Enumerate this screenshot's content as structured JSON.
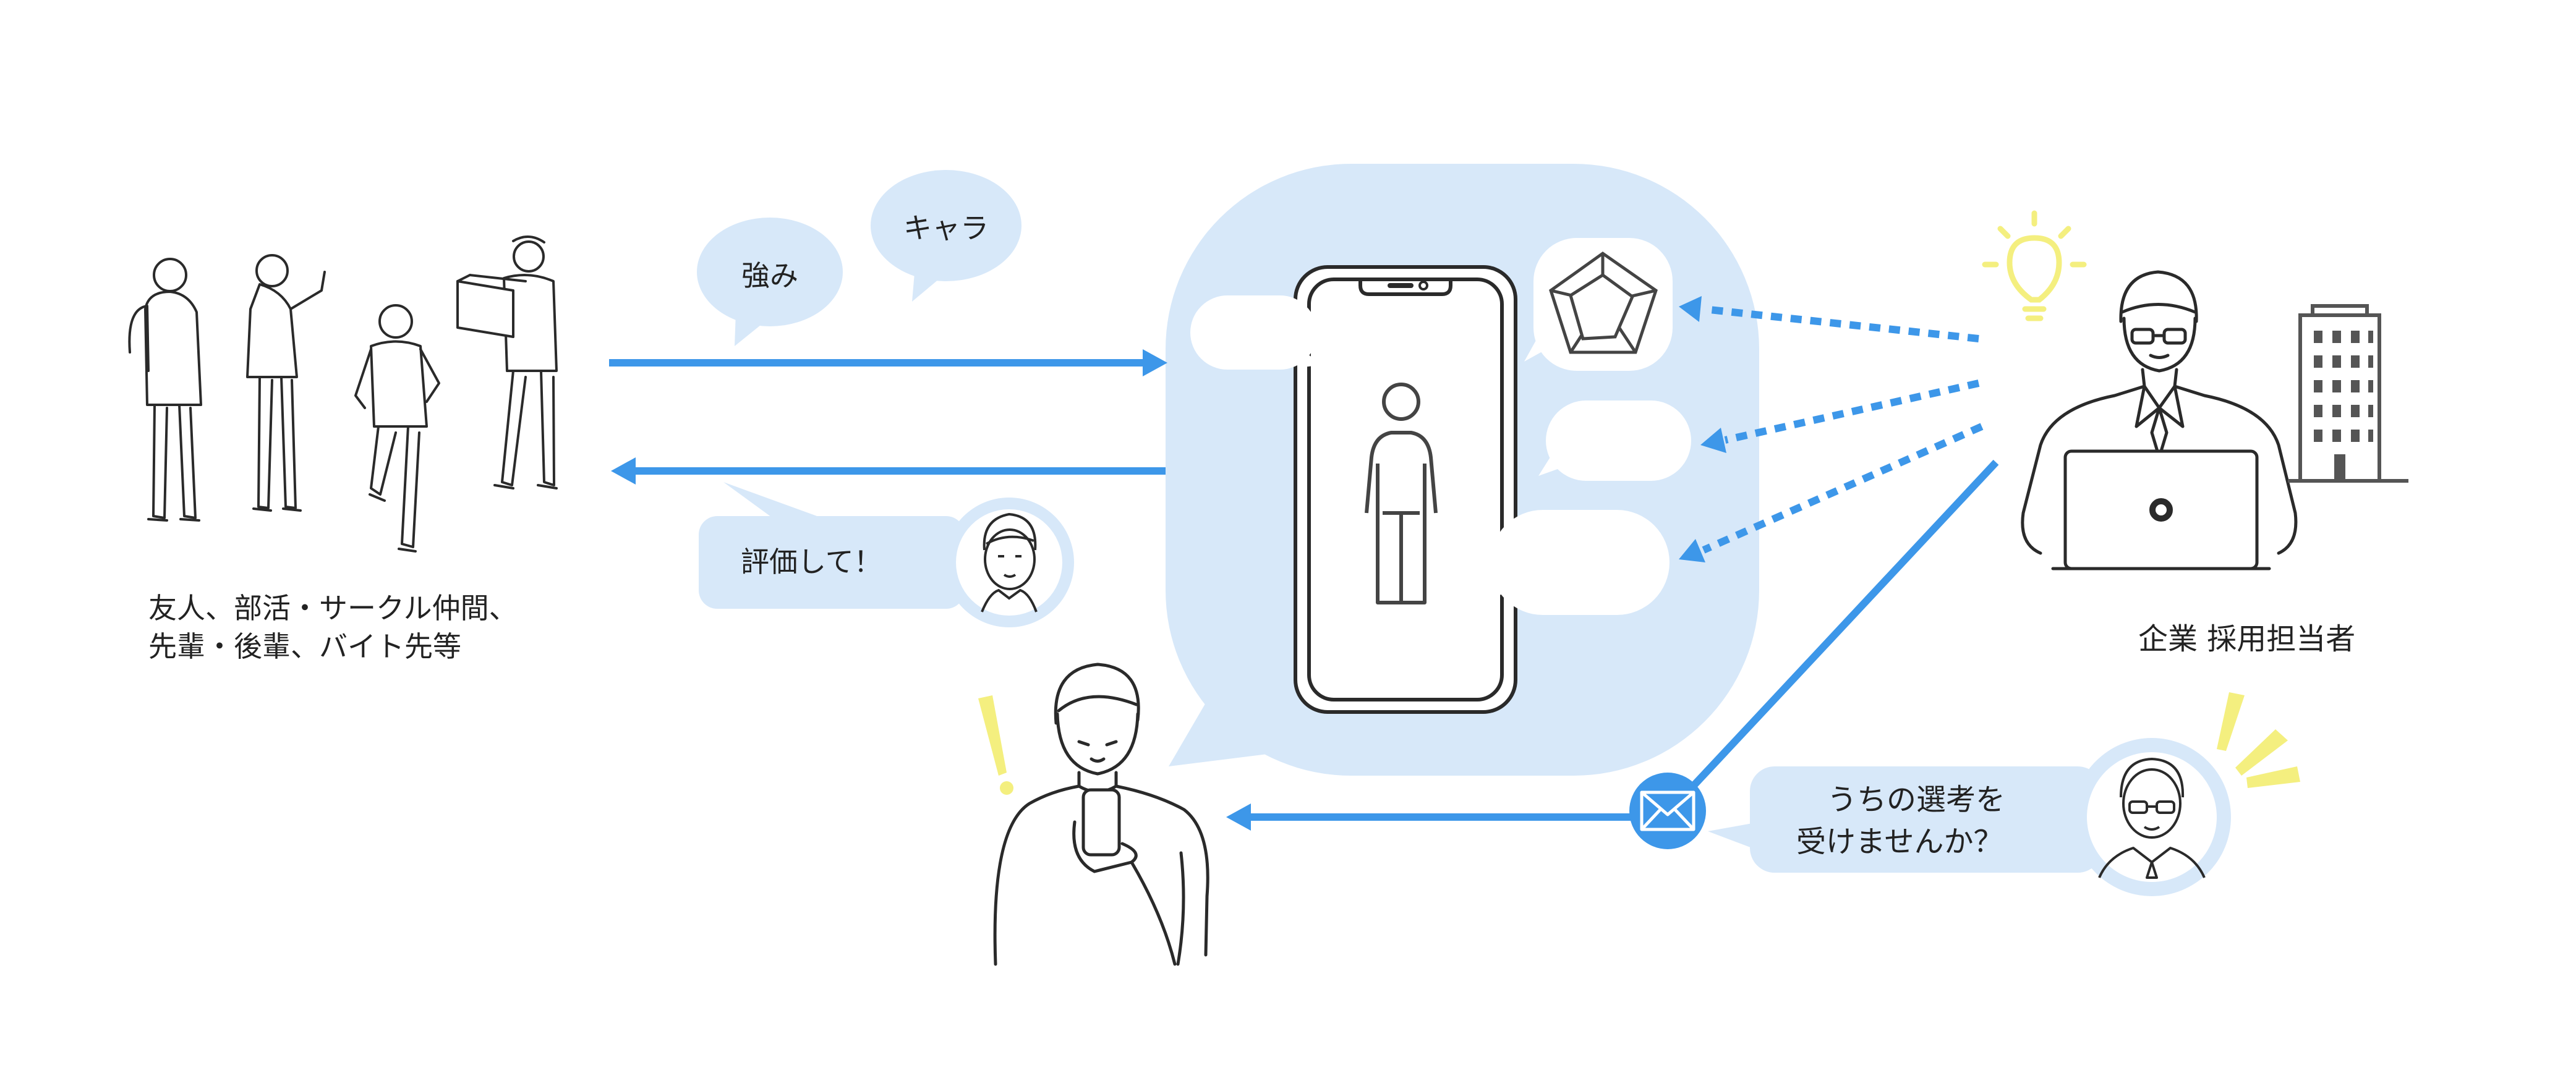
{
  "diagram": {
    "colors": {
      "accent": "#3d97e9",
      "bubble_fill": "#d7e8f9",
      "line": "#2a2a2a",
      "highlight": "#f4ef7f"
    },
    "left_group": {
      "label_line1": "友人、部活・サークル仲間、",
      "label_line2": "先輩・後輩、バイト先等"
    },
    "bubbles": {
      "strength": "強み",
      "character": "キャラ",
      "evaluate": "評価して！",
      "offer_line1": "うちの選考を",
      "offer_line2": "受けませんか？"
    },
    "company": {
      "label": "企業 採用担当者"
    },
    "icons": [
      "people-group-illustration",
      "smartphone-icon",
      "person-icon",
      "radar-chart-icon",
      "lightbulb-icon",
      "building-icon",
      "laptop-icon",
      "envelope-icon",
      "exclamation-icon",
      "student-avatar",
      "recruiter-avatar"
    ]
  }
}
